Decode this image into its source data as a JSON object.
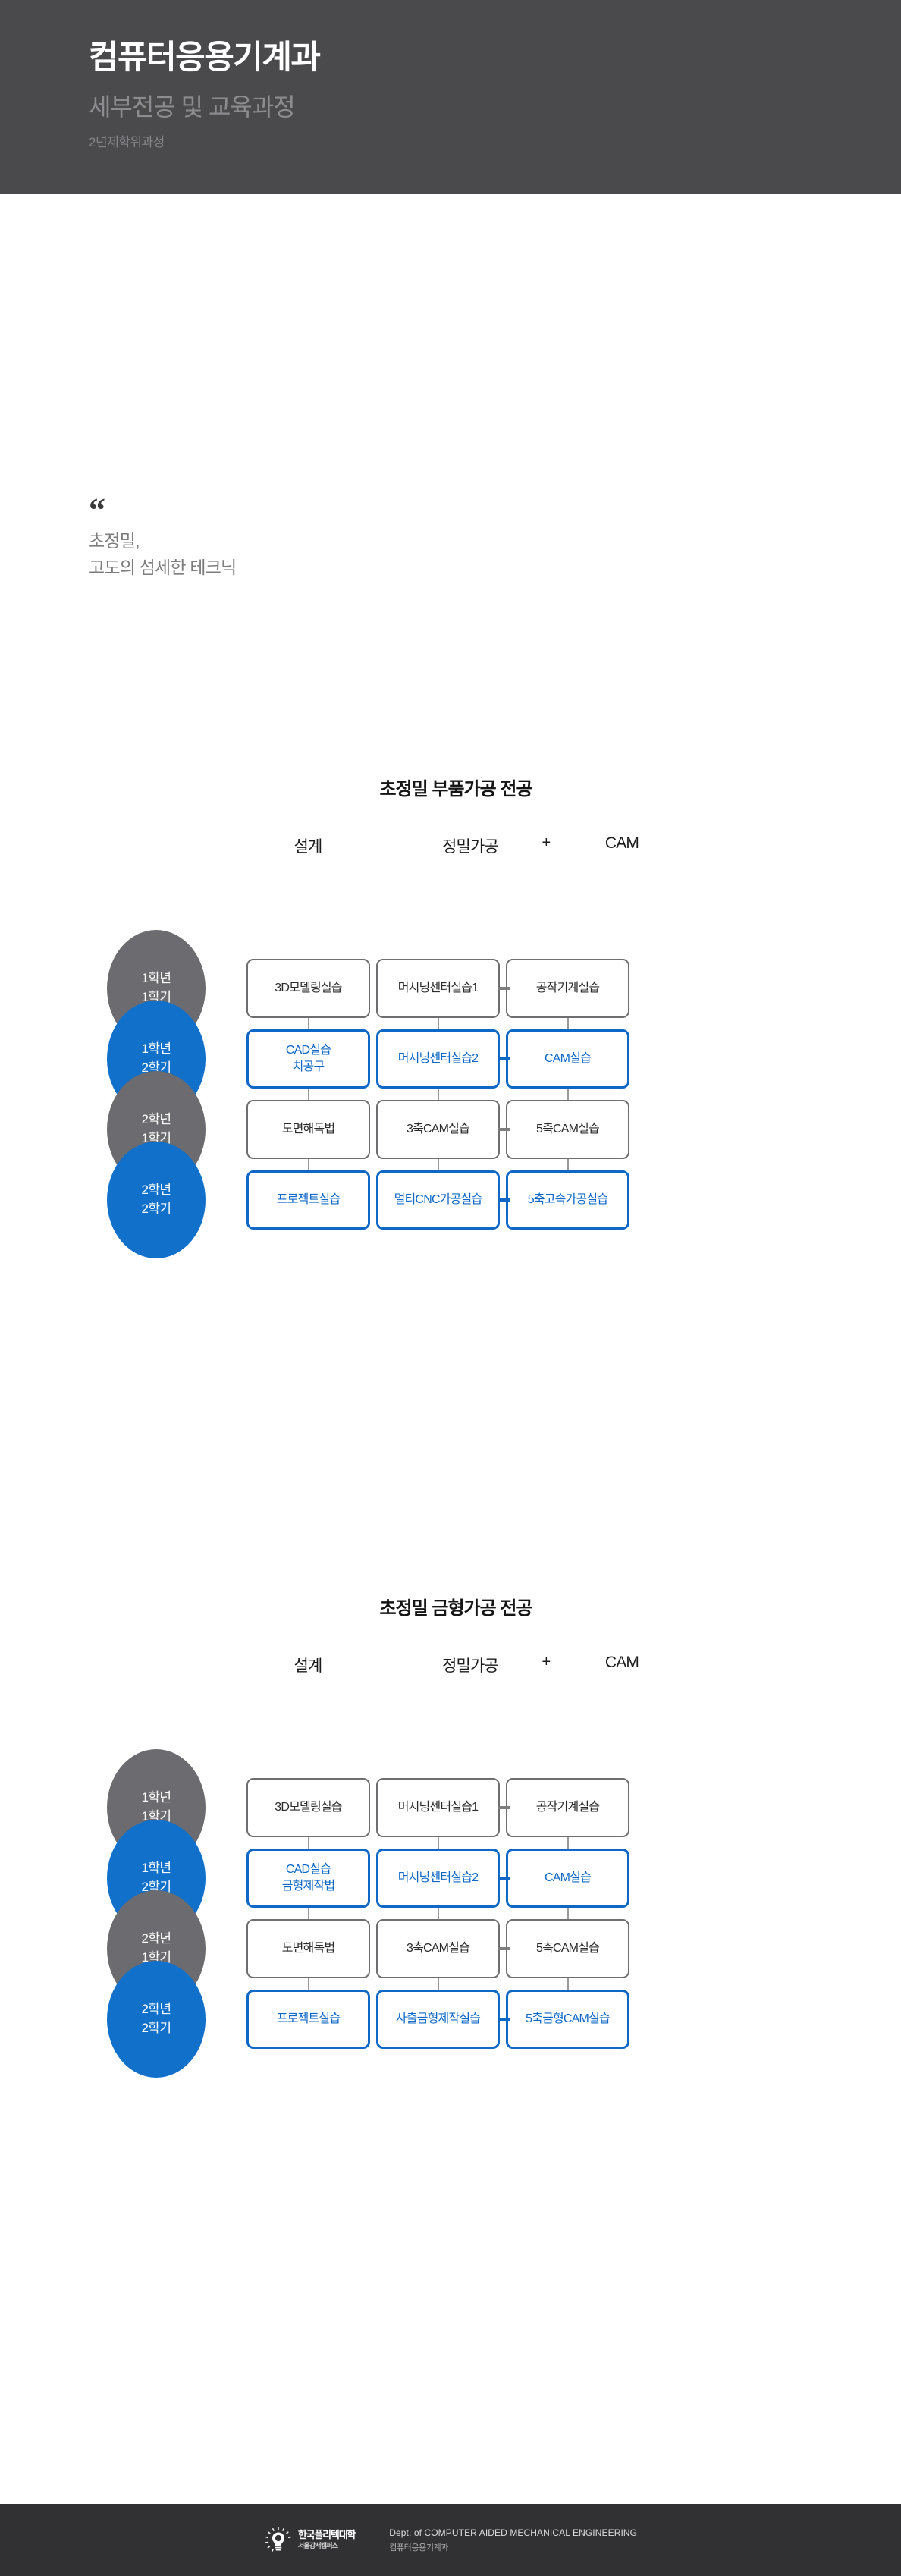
{
  "header": {
    "department": "컴퓨터응용기계과",
    "subtitle": "세부전공 및 교육과정",
    "degree_program": "2년제학위과정",
    "background_color": "#4a4a4d"
  },
  "quote": {
    "mark": "“",
    "line1": "초정밀,",
    "line2": "고도의 섬세한 테크닉"
  },
  "colors": {
    "accent_blue": "#1068c6",
    "badge_gray": "#6b6b70",
    "box_gray_border": "#6e6e70",
    "connector_gray": "#9a9a9a",
    "header_bg": "#4a4a4d",
    "footer_bg": "#313133"
  },
  "column_headers": {
    "design": "설계",
    "precision": "정밀가공",
    "plus": "+",
    "cam": "CAM"
  },
  "sections": [
    {
      "title": "초정밀 부품가공 전공",
      "rows": [
        {
          "semester_line1": "1학년",
          "semester_line2": "1학기",
          "style": "gray",
          "linked": true,
          "courses": [
            {
              "label": "3D모델링실습",
              "label2": "",
              "style": "gray"
            },
            {
              "label": "머시닝센터실습1",
              "label2": "",
              "style": "gray"
            },
            {
              "label": "공작기계실습",
              "label2": "",
              "style": "gray"
            }
          ]
        },
        {
          "semester_line1": "1학년",
          "semester_line2": "2학기",
          "style": "blue",
          "linked": true,
          "courses": [
            {
              "label": "CAD실습",
              "label2": "치공구",
              "style": "blue"
            },
            {
              "label": "머시닝센터실습2",
              "label2": "",
              "style": "blue"
            },
            {
              "label": "CAM실습",
              "label2": "",
              "style": "blue"
            }
          ]
        },
        {
          "semester_line1": "2학년",
          "semester_line2": "1학기",
          "style": "gray",
          "linked": true,
          "courses": [
            {
              "label": "도면해독법",
              "label2": "",
              "style": "gray"
            },
            {
              "label": "3축CAM실습",
              "label2": "",
              "style": "gray"
            },
            {
              "label": "5축CAM실습",
              "label2": "",
              "style": "gray"
            }
          ]
        },
        {
          "semester_line1": "2학년",
          "semester_line2": "2학기",
          "style": "blue",
          "linked": true,
          "courses": [
            {
              "label": "프로젝트실습",
              "label2": "",
              "style": "blue"
            },
            {
              "label": "멀티CNC가공실습",
              "label2": "",
              "style": "blue"
            },
            {
              "label": "5축고속가공실습",
              "label2": "",
              "style": "blue"
            }
          ]
        }
      ]
    },
    {
      "title": "초정밀 금형가공 전공",
      "rows": [
        {
          "semester_line1": "1학년",
          "semester_line2": "1학기",
          "style": "gray",
          "linked": true,
          "courses": [
            {
              "label": "3D모델링실습",
              "label2": "",
              "style": "gray"
            },
            {
              "label": "머시닝센터실습1",
              "label2": "",
              "style": "gray"
            },
            {
              "label": "공작기계실습",
              "label2": "",
              "style": "gray"
            }
          ]
        },
        {
          "semester_line1": "1학년",
          "semester_line2": "2학기",
          "style": "blue",
          "linked": true,
          "courses": [
            {
              "label": "CAD실습",
              "label2": "금형제작법",
              "style": "blue"
            },
            {
              "label": "머시닝센터실습2",
              "label2": "",
              "style": "blue"
            },
            {
              "label": "CAM실습",
              "label2": "",
              "style": "blue"
            }
          ]
        },
        {
          "semester_line1": "2학년",
          "semester_line2": "1학기",
          "style": "gray",
          "linked": true,
          "courses": [
            {
              "label": "도면해독법",
              "label2": "",
              "style": "gray"
            },
            {
              "label": "3축CAM실습",
              "label2": "",
              "style": "gray"
            },
            {
              "label": "5축CAM실습",
              "label2": "",
              "style": "gray"
            }
          ]
        },
        {
          "semester_line1": "2학년",
          "semester_line2": "2학기",
          "style": "blue",
          "linked": true,
          "courses": [
            {
              "label": "프로젝트실습",
              "label2": "",
              "style": "blue"
            },
            {
              "label": "사출금형제작실습",
              "label2": "",
              "style": "blue"
            },
            {
              "label": "5축금형CAM실습",
              "label2": "",
              "style": "blue"
            }
          ]
        }
      ]
    }
  ],
  "footer": {
    "logo_line1": "한국폴리텍대학",
    "logo_line2": "서울강서캠퍼스",
    "english": "Dept. of COMPUTER AIDED MECHANICAL ENGINEERING",
    "korean": "컴퓨터응용기계과"
  }
}
